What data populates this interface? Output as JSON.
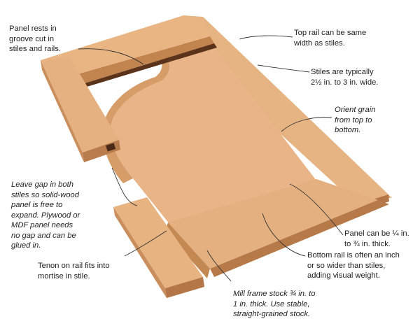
{
  "colors": {
    "wood_light": "#E8B583",
    "wood_mid": "#D9A06D",
    "wood_dark": "#B97C4D",
    "panel_face": "#E9B487",
    "edge_shadow": "#9E6338",
    "groove_dark": "#4A2A16",
    "leader": "#333333"
  },
  "callouts": {
    "panel_rests": "Panel rests in\ngroove cut in\nstiles and rails.",
    "top_rail": "Top rail can be same\nwidth as stiles.",
    "stiles_width": "Stiles are typically\n2½ in. to 3 in. wide.",
    "orient_grain": "Orient grain\nfrom top to\nbottom.",
    "leave_gap": "Leave gap in both\nstiles so solid-wood\npanel is free to\nexpand. Plywood or\nMDF panel needs\nno gap and can be\nglued in.",
    "panel_thickness": "Panel can be ¼ in.\nto ¾ in. thick.",
    "bottom_rail": "Bottom rail is often an inch\nor so wider than stiles,\nadding visual weight.",
    "tenon": "Tenon on rail fits into\nmortise in stile.",
    "mill_stock": "Mill frame stock ¾ in. to\n1 in. thick. Use stable,\nstraight-grained stock."
  }
}
